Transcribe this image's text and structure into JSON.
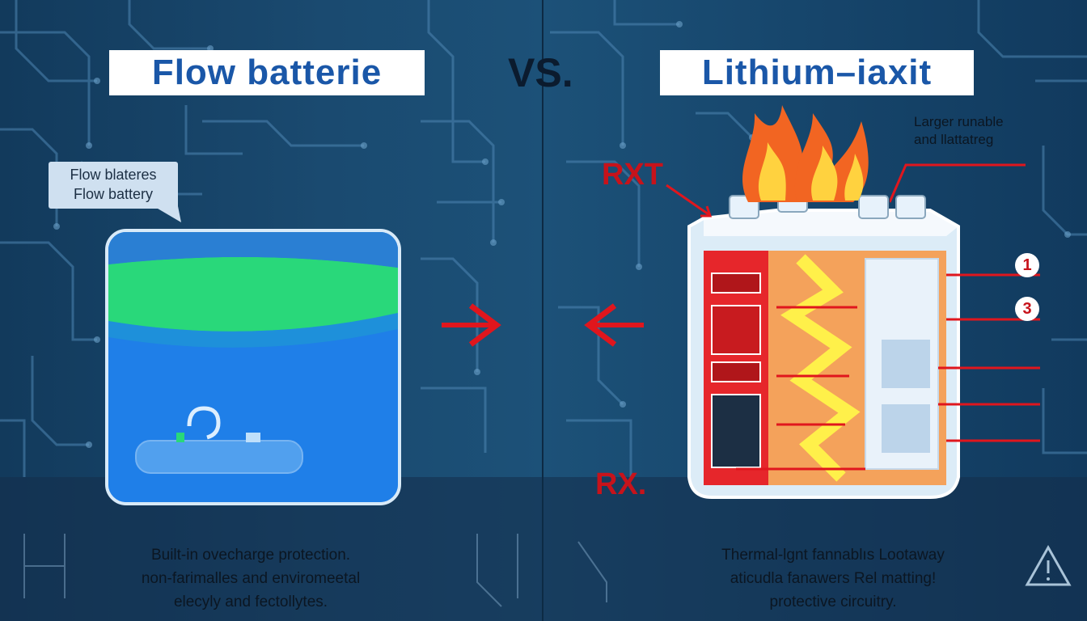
{
  "left": {
    "title": "Flow batterie",
    "callout_line1": "Flow blateres",
    "callout_line2": "Flow battery",
    "desc_line1": "Built-in ovecharge protection.",
    "desc_line2": "non-farimalles and enviromeetal",
    "desc_line3": "elecyly and fectollytes."
  },
  "vs": "VS.",
  "right": {
    "title": "Lithium–iaxit",
    "annot_line1": "Larger runable",
    "annot_line2": "and llattatreg",
    "label_top": "RXT",
    "label_bottom": "RX.",
    "num_1": "1",
    "num_3": "3",
    "desc_line1": "Thermal-lgnt fannablıs Lootaway",
    "desc_line2": "aticudla fanawers Rel matting!",
    "desc_line3": "protective circuitry."
  },
  "icons": [
    "warning-icon",
    "arrow-right-icon",
    "arrow-left-icon",
    "flame-icon"
  ],
  "colors": {
    "accent_red": "#c7131b",
    "title_blue": "#1a57a8",
    "electrolyte_green": "#29d87a",
    "electrolyte_blue": "#1f7fe8"
  }
}
